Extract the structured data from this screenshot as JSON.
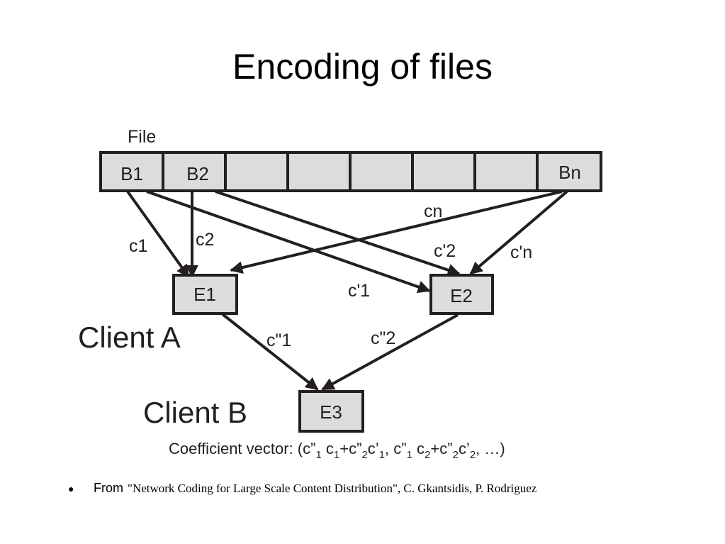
{
  "slide": {
    "title": "Encoding of files"
  },
  "diagram": {
    "file_label": "File",
    "blocks": [
      "B1",
      "B2",
      "",
      "",
      "",
      "",
      "",
      "Bn"
    ],
    "edges": [
      {
        "from": "B1",
        "to": "E1",
        "label": "c1"
      },
      {
        "from": "B2",
        "to": "E1",
        "label": "c2"
      },
      {
        "from": "Bn",
        "to": "E1",
        "label": "cn"
      },
      {
        "from": "B1",
        "to": "E2",
        "label": "c'1"
      },
      {
        "from": "B2",
        "to": "E2",
        "label": "c'2"
      },
      {
        "from": "Bn",
        "to": "E2",
        "label": "c'n"
      },
      {
        "from": "E1",
        "to": "E3",
        "label": "c\"1"
      },
      {
        "from": "E2",
        "to": "E3",
        "label": "c\"2"
      }
    ],
    "encoded": {
      "e1": "E1",
      "e2": "E2",
      "e3": "E3"
    },
    "client_a": "Client A",
    "client_b": "Client B",
    "coefficient_vector": {
      "prefix": "Coefficient vector: (c”",
      "s1": "1",
      "t1": " c",
      "s2": "1",
      "t2": "+c”",
      "s3": "2",
      "t3": "c’",
      "s4": "1",
      "t4": ", c”",
      "s5": "1",
      "t5": " c",
      "s6": "2",
      "t6": "+c”",
      "s7": "2",
      "t7": "c’",
      "s8": "2",
      "t8": ", …)"
    }
  },
  "footer": {
    "bullet": "●",
    "from_label": "From",
    "citation": "\"Network Coding for Large Scale Content Distribution\", C. Gkantsidis, P. Rodriguez"
  }
}
